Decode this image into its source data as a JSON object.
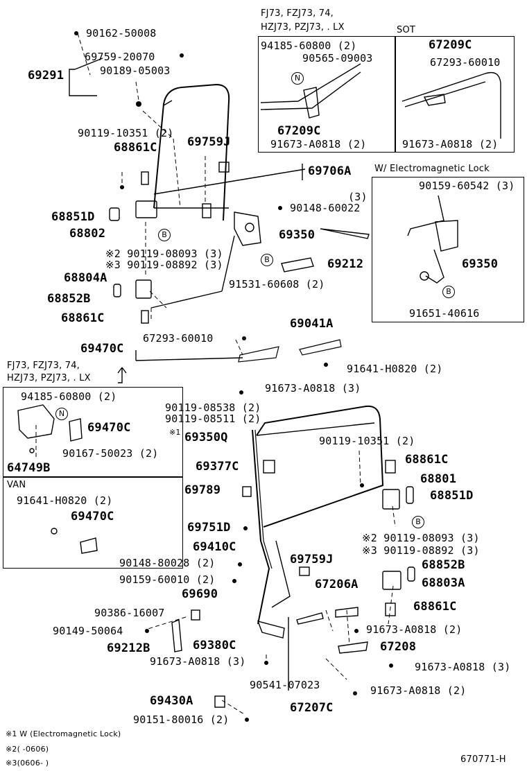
{
  "header_models": [
    "FJ73, FZJ73, 74,",
    "HZJ73, PZJ73, . LX"
  ],
  "sot_label": "SOT",
  "em_lock_title": "W/ Electromagnetic Lock",
  "van_label": "VAN",
  "left_models": [
    "FJ73, FZJ73, 74,",
    "HZJ73, PZJ73, . LX"
  ],
  "parts": {
    "p90162_50008": "90162-50008",
    "p69759_20070": "69759-20070",
    "p90189_05003": "90189-05003",
    "p69291": "69291",
    "p90119_10351_a": "90119-10351 (2)",
    "p68861C_a": "68861C",
    "p69759J_a": "69759J",
    "p69706A": "69706A",
    "p3": "(3)",
    "p90148_60022": "90148-60022",
    "p68851D_a": "68851D",
    "p68802": "68802",
    "p69350_a": "69350",
    "p90119_08093_a": "※2 90119-08093 (3)",
    "p90119_08892_a": "※3 90119-08892 (3)",
    "p69212": "69212",
    "p68804A": "68804A",
    "p91531_60608": "91531-60608 (2)",
    "p68852B_a": "68852B",
    "p68861C_b": "68861C",
    "p69041A": "69041A",
    "p69470C_a": "69470C",
    "p67293_60010_a": "67293-60010",
    "p91641_H0820_a": "91641-H0820 (2)",
    "p91673_A0818_3a": "91673-A0818 (3)",
    "p94185_60800_a": "94185-60800 (2)",
    "p90565_09003": "90565-09003",
    "p67209C_a": "67209C",
    "p91673_A0818_2a": "91673-A0818 (2)",
    "p67209C_b": "67209C",
    "p67293_60010_b": "67293-60010",
    "p91673_A0818_2b": "91673-A0818 (2)",
    "p90159_60542": "90159-60542 (3)",
    "p69350_b": "69350",
    "p91651_40616": "91651-40616",
    "p94185_60800_b": "94185-60800 (2)",
    "p69470C_b": "69470C",
    "p90167_50023": "90167-50023 (2)",
    "p64749B": "64749B",
    "p91641_H0820_b": "91641-H0820 (2)",
    "p69470C_c": "69470C",
    "p90119_08538": "90119-08538 (2)",
    "p90119_08511": "90119-08511 (2)",
    "p69350Q": "69350Q",
    "p90119_10351_b": "90119-10351 (2)",
    "p68861C_c": "68861C",
    "p69377C": "69377C",
    "p68801": "68801",
    "p69789": "69789",
    "p68851D_b": "68851D",
    "p69751D": "69751D",
    "p69410C": "69410C",
    "p90119_08093_b": "※2 90119-08093 (3)",
    "p90119_08892_b": "※3 90119-08892 (3)",
    "p69759J_b": "69759J",
    "p90148_80028": "90148-80028 (2)",
    "p68852B_b": "68852B",
    "p90159_60010": "90159-60010 (2)",
    "p68803A": "68803A",
    "p67206A": "67206A",
    "p69690": "69690",
    "p68861C_d": "68861C",
    "p90386_16007": "90386-16007",
    "p90149_50064": "90149-50064",
    "p91673_A0818_2c": "91673-A0818 (2)",
    "p69380C": "69380C",
    "p69212B": "69212B",
    "p67208": "67208",
    "p91673_A0818_3b": "91673-A0818 (3)",
    "p91673_A0818_3c": "91673-A0818 (3)",
    "p90541_07023": "90541-07023",
    "p91673_A0818_2d": "91673-A0818 (2)",
    "p69430A": "69430A",
    "p67207C": "67207C",
    "p90151_80016": "90151-80016 (2)",
    "star1": "※1"
  },
  "callouts": {
    "N": "N",
    "B": "B"
  },
  "footnotes": [
    "※1 W (Electromagnetic Lock)",
    "※2(     -0606)",
    "※3(0606-     )"
  ],
  "figure_id": "670771-H"
}
